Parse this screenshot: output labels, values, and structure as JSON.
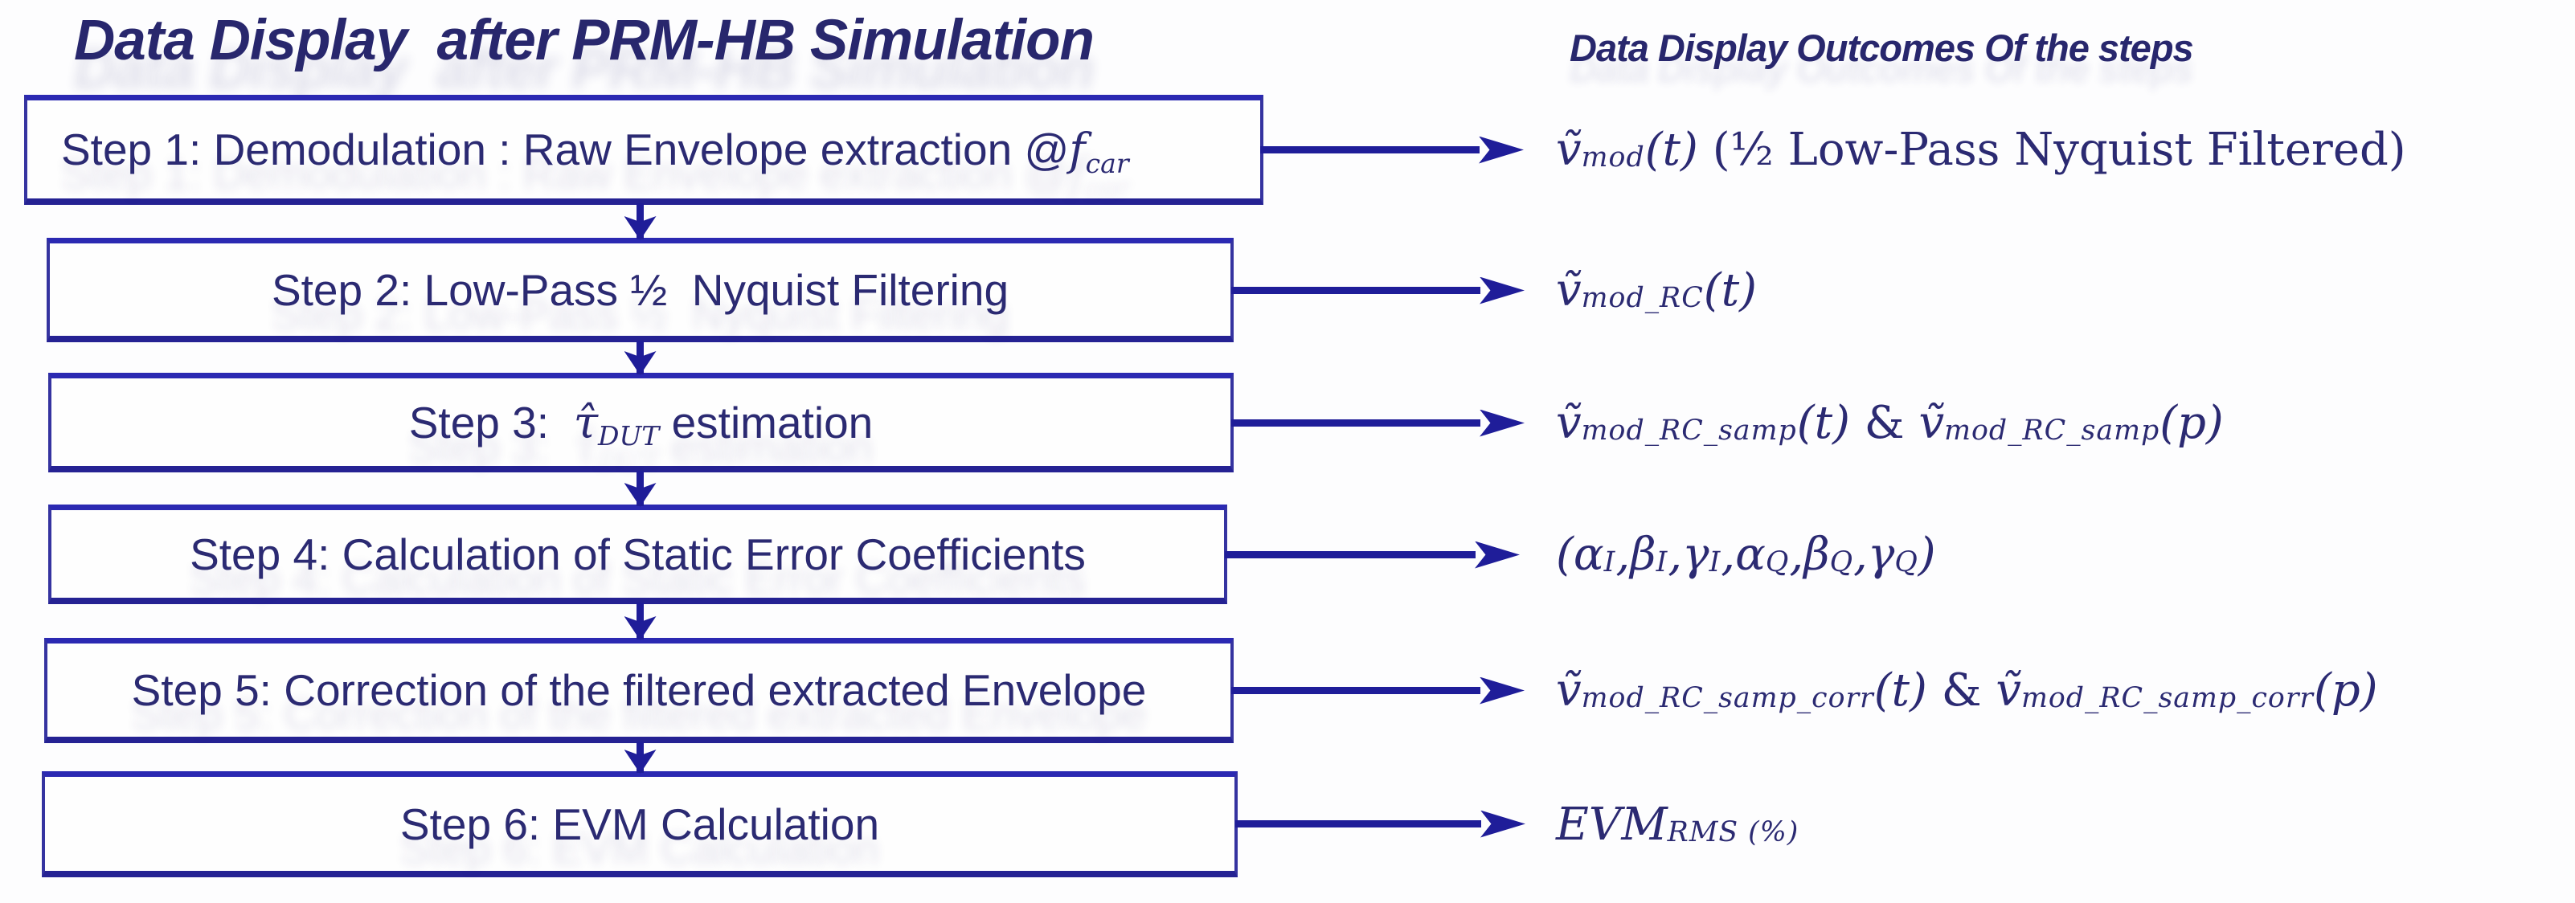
{
  "colors": {
    "navy_text": "#2b2a72",
    "title_navy": "#28276d",
    "box_border": "#3533a0",
    "arrow": "#1f1d99",
    "background": "#fdfdfe"
  },
  "titles": {
    "left": "Data Display  after PRM-HB Simulation",
    "right": "Data Display Outcomes Of the steps"
  },
  "rows": [
    {
      "step": [
        {
          "t": "Step 1: Demodulation : Raw Envelope extraction @",
          "s": "t"
        },
        {
          "t": "f",
          "s": "bit"
        },
        {
          "t": "car",
          "s": "bsub"
        }
      ],
      "outcome": [
        {
          "t": "ṽ",
          "s": "it"
        },
        {
          "t": "mod",
          "s": "sub"
        },
        {
          "t": "(t)",
          "s": "it"
        },
        {
          "t": " (½ Low-Pass Nyquist Filtered)",
          "s": "up"
        }
      ]
    },
    {
      "step": [
        {
          "t": "Step 2: Low-Pass ½  Nyquist Filtering",
          "s": "t"
        }
      ],
      "outcome": [
        {
          "t": "ṽ",
          "s": "it"
        },
        {
          "t": "mod_RC",
          "s": "sub"
        },
        {
          "t": "(t)",
          "s": "it"
        }
      ]
    },
    {
      "step": [
        {
          "t": "Step 3:  ",
          "s": "t"
        },
        {
          "t": "τ̂",
          "s": "bit"
        },
        {
          "t": "DUT",
          "s": "bsub"
        },
        {
          "t": " estimation",
          "s": "t"
        }
      ],
      "outcome": [
        {
          "t": "ṽ",
          "s": "it"
        },
        {
          "t": "mod_RC_samp",
          "s": "sub"
        },
        {
          "t": "(t)",
          "s": "it"
        },
        {
          "t": " & ",
          "s": "up"
        },
        {
          "t": "ṽ",
          "s": "it"
        },
        {
          "t": "mod_RC_samp",
          "s": "sub"
        },
        {
          "t": "(p)",
          "s": "it"
        }
      ]
    },
    {
      "step": [
        {
          "t": "Step 4: Calculation of Static Error Coefficients",
          "s": "t"
        }
      ],
      "outcome": [
        {
          "t": "(α",
          "s": "it"
        },
        {
          "t": "I",
          "s": "sub"
        },
        {
          "t": ",β",
          "s": "it"
        },
        {
          "t": "I",
          "s": "sub"
        },
        {
          "t": ",γ",
          "s": "it"
        },
        {
          "t": "I",
          "s": "sub"
        },
        {
          "t": ",α",
          "s": "it"
        },
        {
          "t": "Q",
          "s": "sub"
        },
        {
          "t": ",β",
          "s": "it"
        },
        {
          "t": "Q",
          "s": "sub"
        },
        {
          "t": ",γ",
          "s": "it"
        },
        {
          "t": "Q",
          "s": "sub"
        },
        {
          "t": ")",
          "s": "it"
        }
      ]
    },
    {
      "step": [
        {
          "t": "Step 5: Correction of the filtered extracted Envelope",
          "s": "t"
        }
      ],
      "outcome": [
        {
          "t": "ṽ",
          "s": "it"
        },
        {
          "t": "mod_RC_samp_corr",
          "s": "sub"
        },
        {
          "t": "(t)",
          "s": "it"
        },
        {
          "t": " & ",
          "s": "up"
        },
        {
          "t": "ṽ",
          "s": "it"
        },
        {
          "t": "mod_RC_samp_corr",
          "s": "sub"
        },
        {
          "t": "(p)",
          "s": "it"
        }
      ]
    },
    {
      "step": [
        {
          "t": "Step 6: EVM Calculation",
          "s": "t"
        }
      ],
      "outcome": [
        {
          "t": "EVM",
          "s": "it"
        },
        {
          "t": "RMS (%)",
          "s": "sub"
        }
      ]
    }
  ]
}
